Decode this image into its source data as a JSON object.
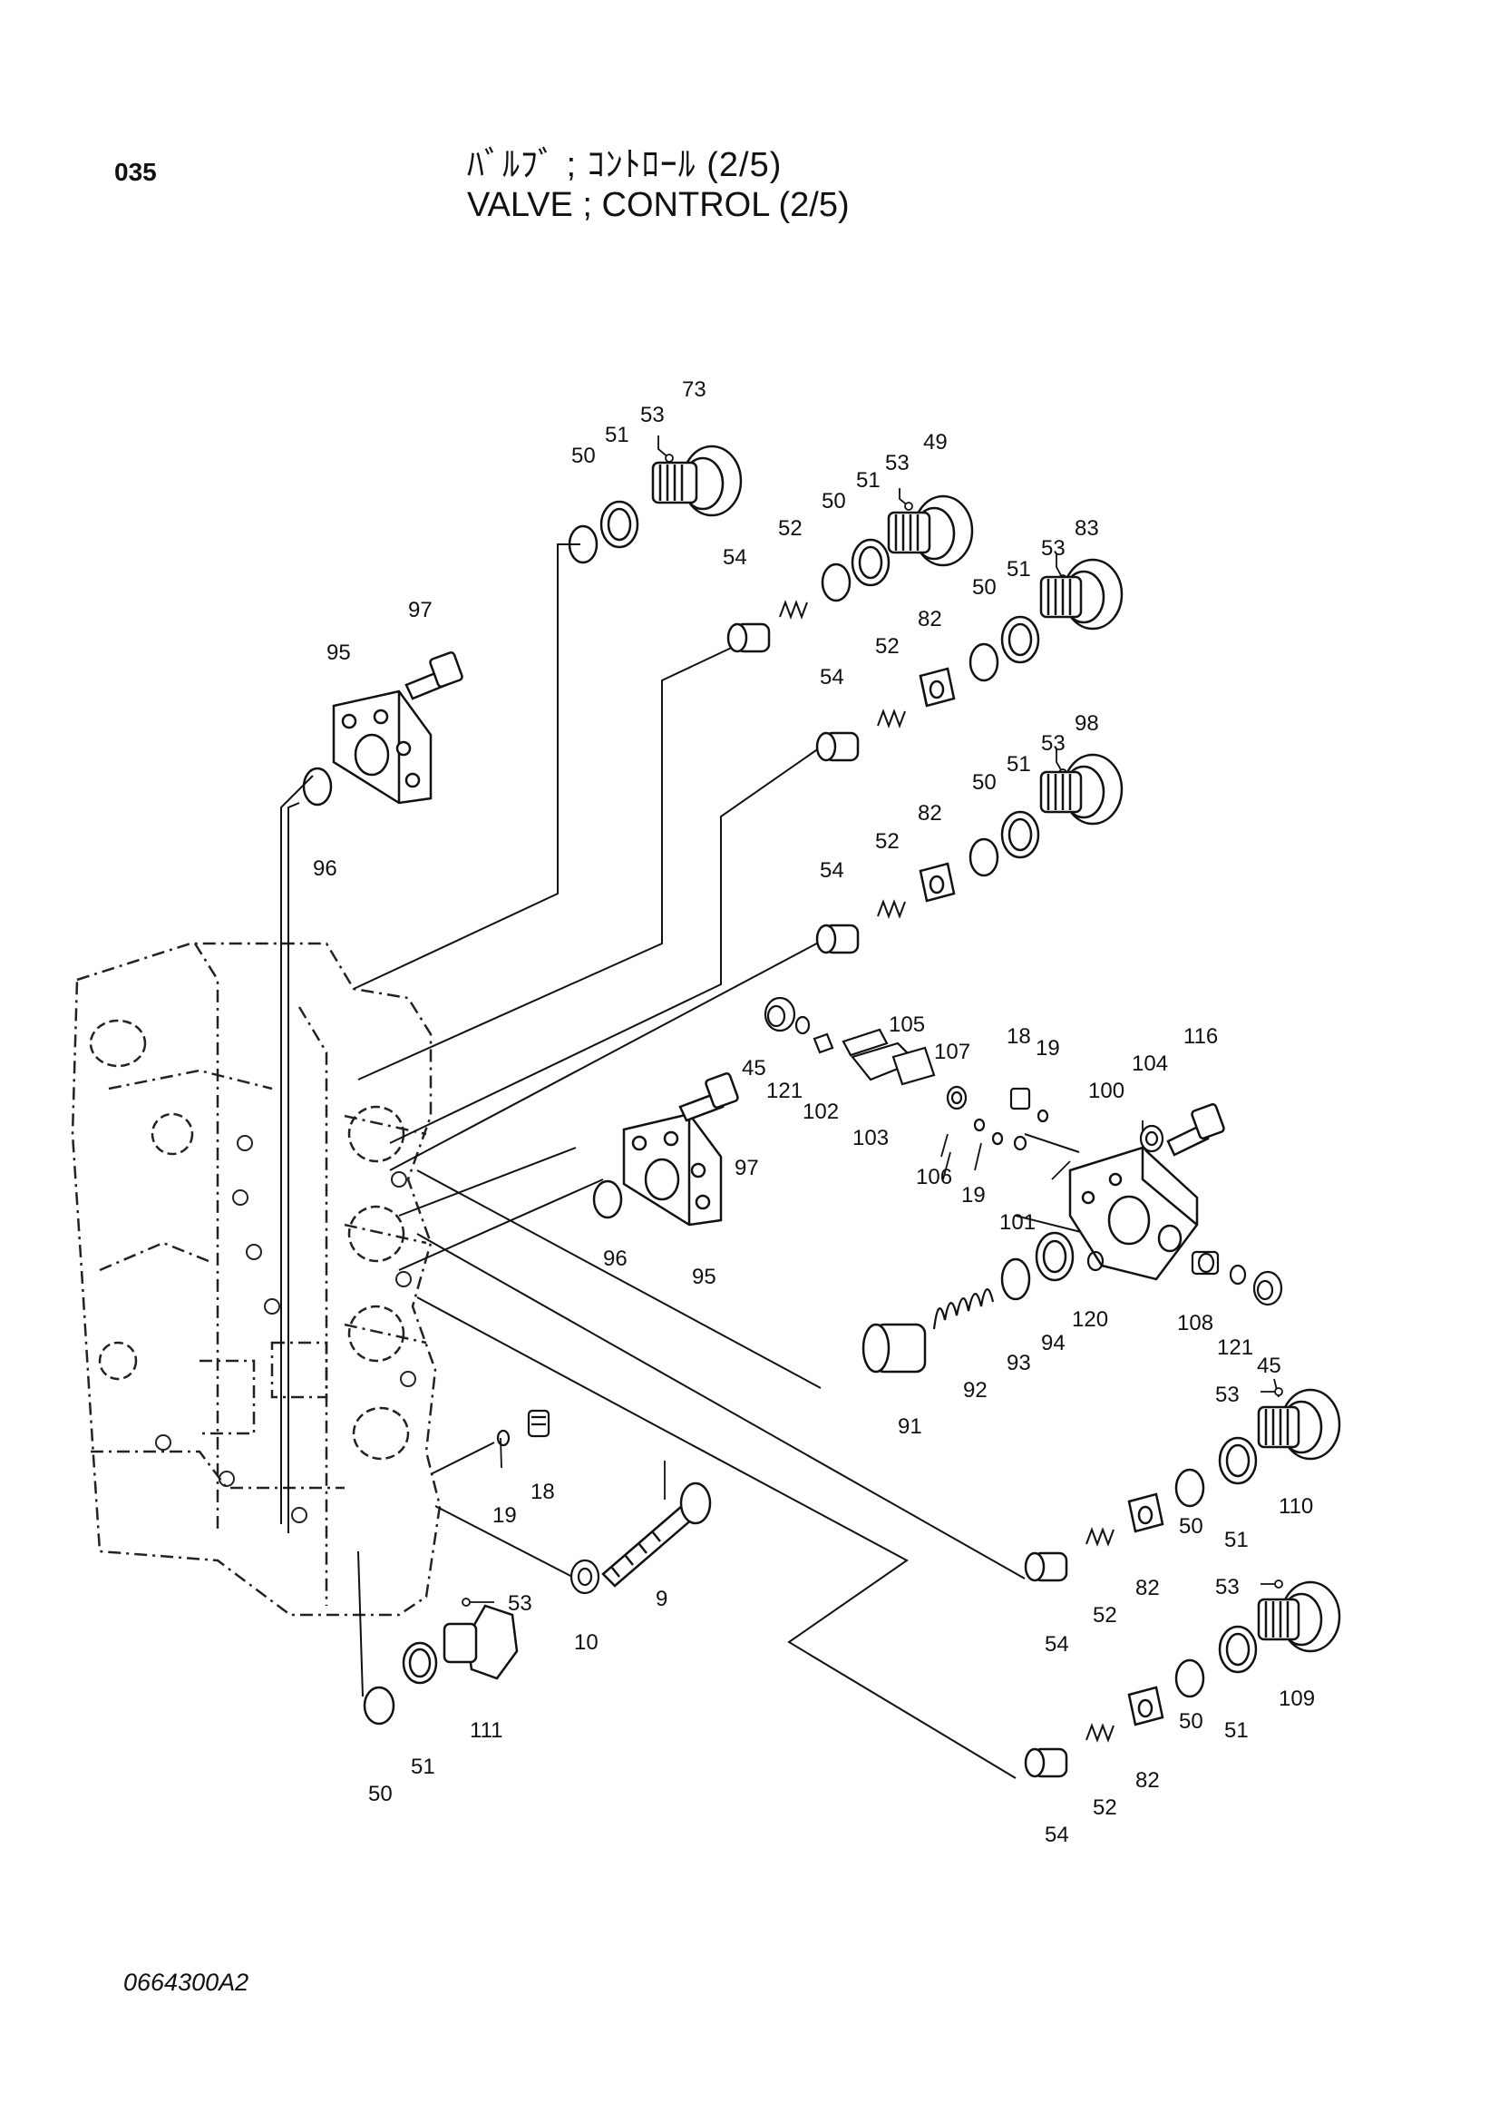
{
  "header": {
    "page_number": "035",
    "title_jp": "ﾊﾞﾙﾌﾞ ; ｺﾝﾄﾛｰﾙ (2/5)",
    "title_en": "VALVE ; CONTROL (2/5)"
  },
  "footer": {
    "drawing_code": "0664300A2"
  },
  "callouts": [
    "73",
    "53",
    "51",
    "50",
    "49",
    "53",
    "51",
    "50",
    "83",
    "53",
    "51",
    "50",
    "52",
    "54",
    "82",
    "52",
    "54",
    "98",
    "53",
    "51",
    "50",
    "82",
    "52",
    "54",
    "97",
    "95",
    "96",
    "45",
    "121",
    "102",
    "105",
    "103",
    "107",
    "106",
    "19",
    "18",
    "19",
    "100",
    "104",
    "116",
    "101",
    "97",
    "96",
    "95",
    "91",
    "92",
    "93",
    "94",
    "120",
    "108",
    "121",
    "45",
    "53",
    "110",
    "51",
    "50",
    "82",
    "52",
    "54",
    "19",
    "18",
    "9",
    "10",
    "53",
    "111",
    "51",
    "50",
    "53",
    "109",
    "51",
    "50",
    "82",
    "52",
    "54"
  ]
}
